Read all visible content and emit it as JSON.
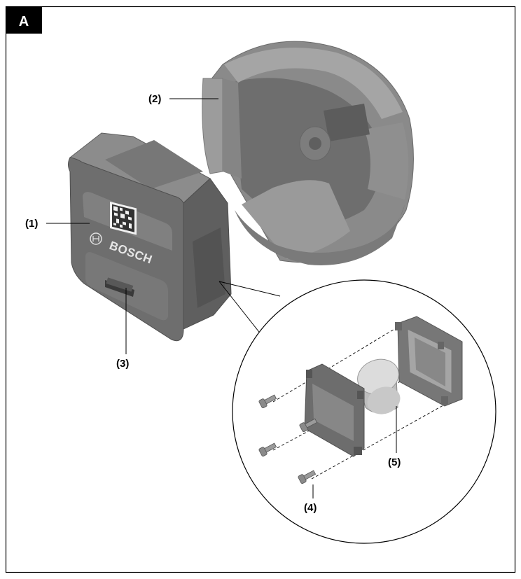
{
  "figure": {
    "label": "A",
    "brand_text": "BOSCH",
    "callouts": {
      "c1": "(1)",
      "c2": "(2)",
      "c3": "(3)",
      "c4": "(4)",
      "c5": "(5)"
    }
  },
  "colors": {
    "body_dark": "#6a6a6a",
    "body_mid": "#7c7c7c",
    "body_light": "#9a9a9a",
    "line": "#000000"
  }
}
